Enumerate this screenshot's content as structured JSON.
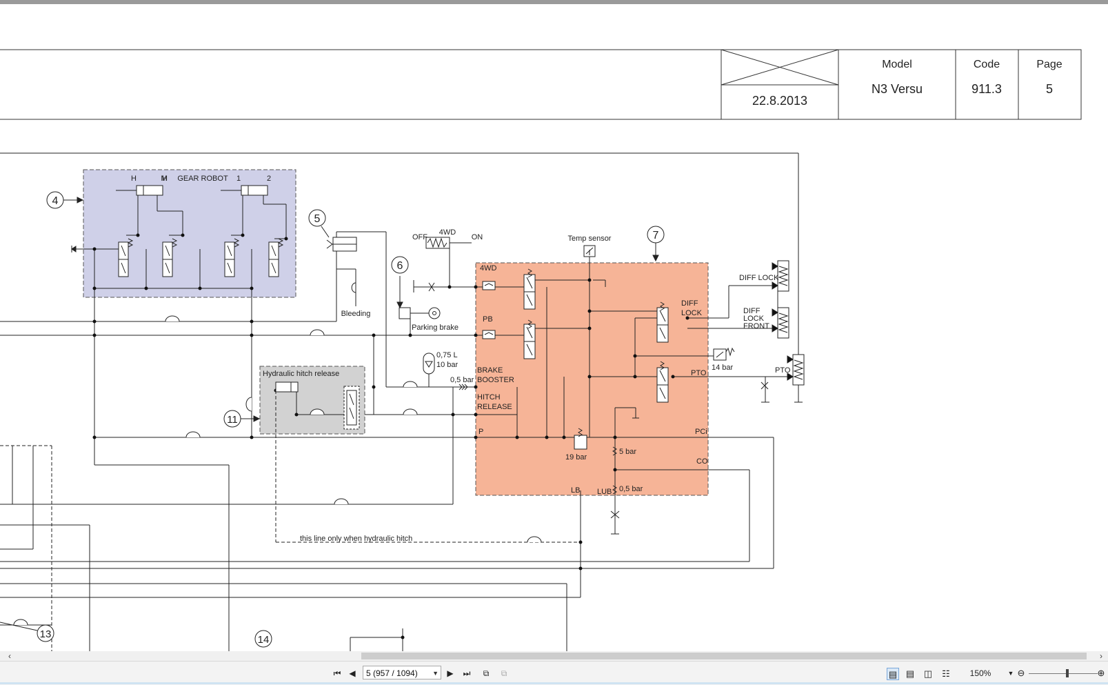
{
  "title_block": {
    "date": "22.8.2013",
    "model_label": "Model",
    "model_value": "N3 Versu",
    "code_label": "Code",
    "code_value": "911.3",
    "page_label": "Page",
    "page_value": "5"
  },
  "schematic": {
    "callouts": [
      "4",
      "5",
      "6",
      "7",
      "11",
      "13",
      "14"
    ],
    "gear_robot": {
      "title": "GEAR ROBOT",
      "h": "H",
      "m": "M",
      "one": "1",
      "two": "2",
      "color": "#cfd0e8"
    },
    "hitch_release": {
      "title": "Hydraulic hitch release",
      "color": "#d2d2d2"
    },
    "main_valve": {
      "color": "#f6b497"
    },
    "labels": {
      "bleeding": "Bleeding",
      "off": "OFF",
      "four_wd_top": "4WD",
      "on": "ON",
      "temp_sensor": "Temp sensor",
      "parking_brake": "Parking brake",
      "accumulator_volume": "0,75 L",
      "accumulator_pressure": "10 bar",
      "check_valve_pressure": "0,5 bar",
      "valve_4wd": "4WD",
      "valve_pb": "PB",
      "brake": "BRAKE",
      "booster": "BOOSTER",
      "hitch": "HITCH",
      "release": "RELEASE",
      "port_p": "P",
      "diff": "DIFF",
      "lock": "LOCK",
      "pto": "PTO",
      "pci": "PCi",
      "co": "CO",
      "lb": "LB",
      "lub": "LUB",
      "relief_19": "19 bar",
      "relief_5": "5 bar",
      "relief_05": "0,5 bar",
      "switch_14": "14 bar",
      "diff_lock_out": "DIFF LOCK",
      "diff_lock_front_1": "DIFF",
      "diff_lock_front_2": "LOCK",
      "diff_lock_front_3": "FRONT",
      "pto_out": "PTO",
      "hitch_note": "this line only when hydraulic hitch"
    }
  },
  "viewer": {
    "page_select": "5 (957 / 1094)",
    "zoom": "150%"
  }
}
